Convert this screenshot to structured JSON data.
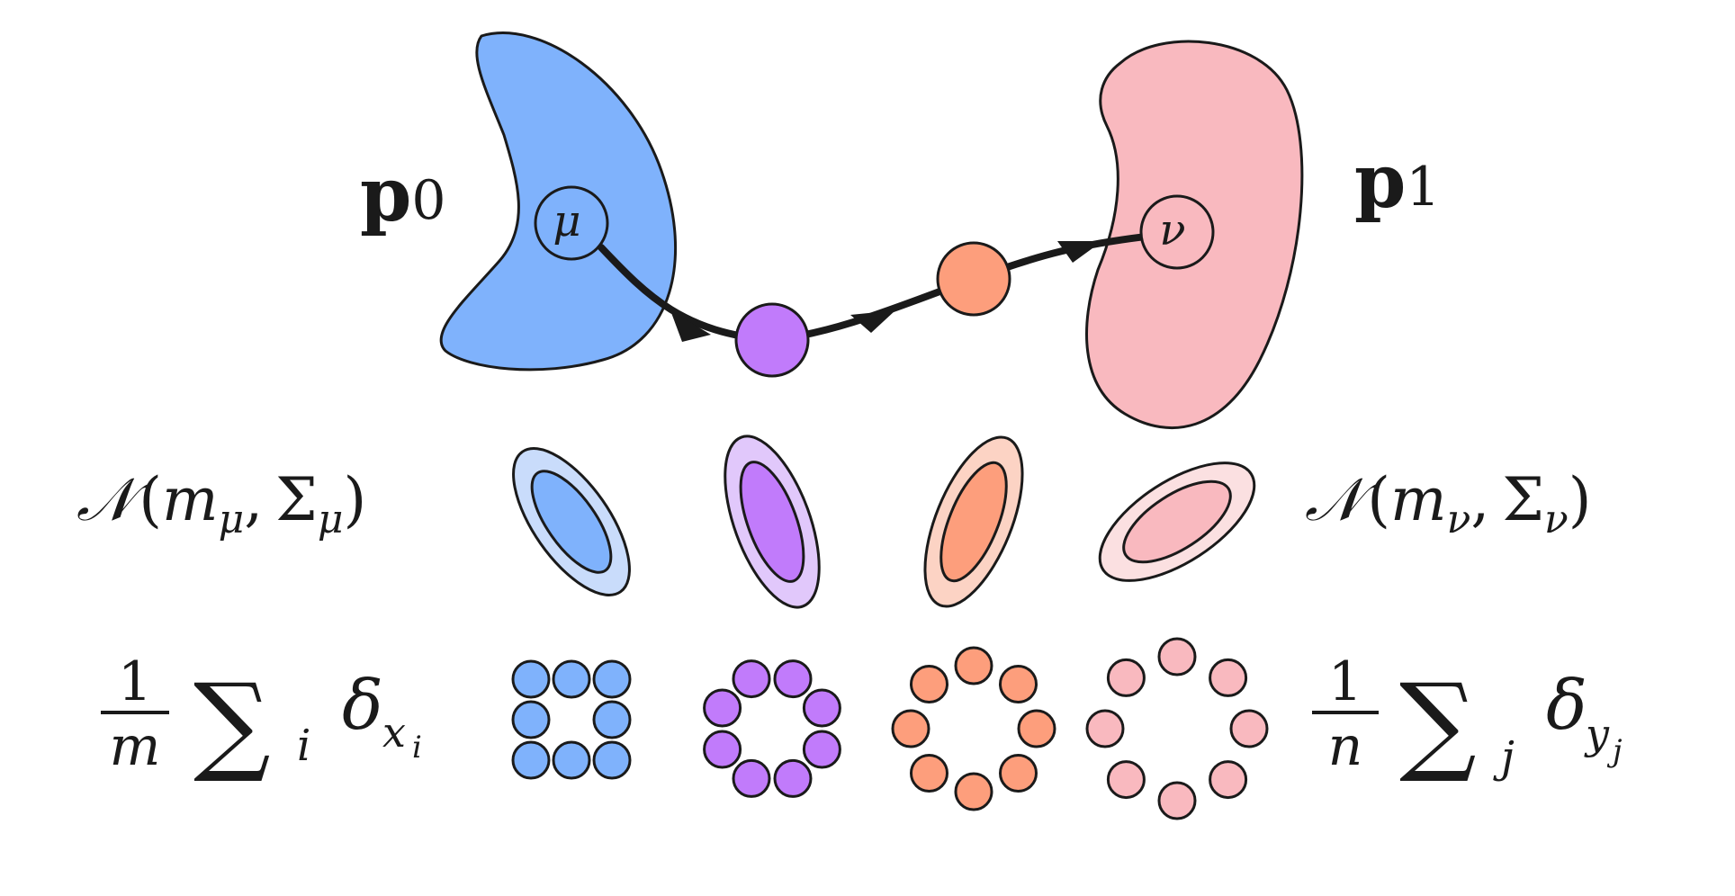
{
  "colors": {
    "source": "#7fb2fc",
    "source_light": "#c9dcfb",
    "mid1": "#c17bfb",
    "mid1_light": "#e1c8fb",
    "mid2": "#fd9e7c",
    "mid2_light": "#fcd3c4",
    "target": "#f9b9bf",
    "target_light": "#fbe0e1",
    "stroke": "#1a1a1a"
  },
  "top_row": {
    "source_set_symbol": "p",
    "source_set_index": "0",
    "target_set_symbol": "p",
    "target_set_index": "1",
    "source_point": "μ",
    "target_point": "ν"
  },
  "gaussian_row": {
    "left": {
      "N": "𝒩",
      "open": "(",
      "m": "m",
      "m_sub": "μ",
      "comma": ",",
      "Sigma": "Σ",
      "Sigma_sub": "μ",
      "close": ")"
    },
    "right": {
      "N": "𝒩",
      "open": "(",
      "m": "m",
      "m_sub": "ν",
      "comma": ",",
      "Sigma": "Σ",
      "Sigma_sub": "ν",
      "close": ")"
    }
  },
  "empirical_row": {
    "left": {
      "numer": "1",
      "denom": "m",
      "sum": "∑",
      "sum_sub": "i",
      "delta": "δ",
      "delta_sub": "x",
      "delta_subsub": "i"
    },
    "right": {
      "numer": "1",
      "denom": "n",
      "sum": "∑",
      "sum_sub": "j",
      "delta": "δ",
      "delta_sub": "y",
      "delta_subsub": "j"
    }
  }
}
